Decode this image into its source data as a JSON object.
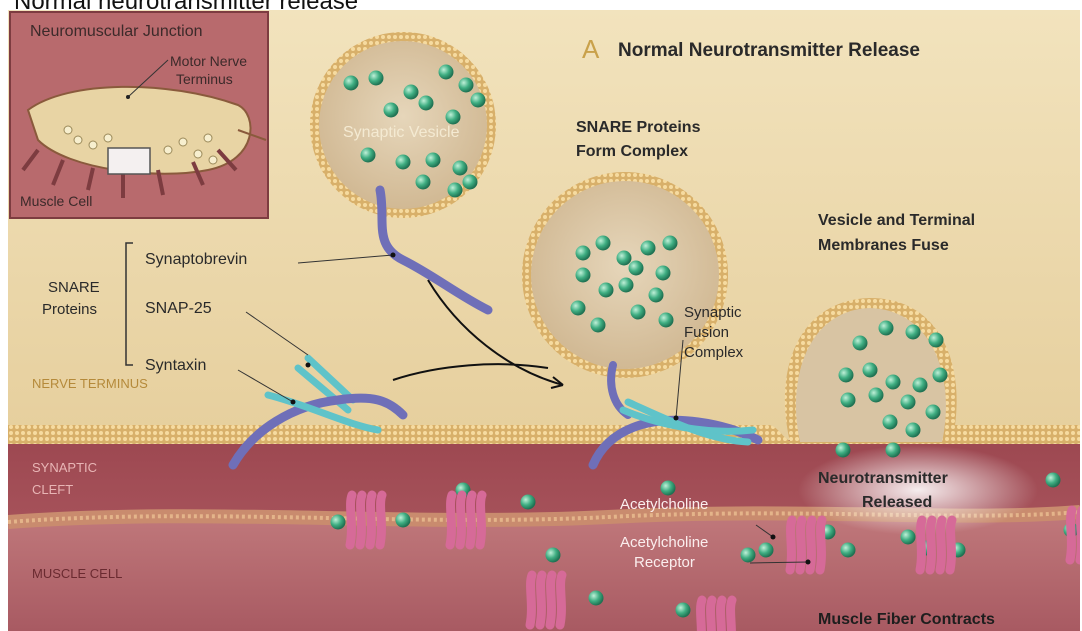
{
  "page": {
    "title": "Normal neurotransmitter release"
  },
  "figure": {
    "panel_letter": "A",
    "heading": "Normal Neurotransmitter Release",
    "inset": {
      "title": "Neuromuscular Junction",
      "motor_nerve_line1": "Motor Nerve",
      "motor_nerve_line2": "Terminus",
      "muscle_cell": "Muscle Cell"
    },
    "snare": {
      "group_line1": "SNARE",
      "group_line2": "Proteins",
      "synaptobrevin": "Synaptobrevin",
      "snap25": "SNAP-25",
      "syntaxin": "Syntaxin"
    },
    "labels": {
      "synaptic_vesicle": "Synaptic Vesicle",
      "snare_complex_line1": "SNARE Proteins",
      "snare_complex_line2": "Form Complex",
      "fuse_line1": "Vesicle and Terminal",
      "fuse_line2": "Membranes Fuse",
      "fusion_line1": "Synaptic",
      "fusion_line2": "Fusion",
      "fusion_line3": "Complex",
      "released_line1": "Neurotransmitter",
      "released_line2": "Released",
      "acetylcholine": "Acetylcholine",
      "receptor_line1": "Acetylcholine",
      "receptor_line2": "Receptor",
      "contracts": "Muscle Fiber Contracts"
    },
    "regions": {
      "nerve_terminus": "NERVE TERMINUS",
      "cleft_line1": "SYNAPTIC",
      "cleft_line2": "CLEFT",
      "muscle_cell": "MUSCLE CELL"
    },
    "colors": {
      "terminal": "#e9d7a9",
      "cleft": "#a64e58",
      "muscle": "#b86a70",
      "membrane": "#c9a05a",
      "neurotransmitter": "#3fae82",
      "synaptobrevin": "#6f6fb8",
      "snap25": "#5fc3c9",
      "receptor": "#d66a98",
      "region_label": "#b58a3a"
    }
  }
}
